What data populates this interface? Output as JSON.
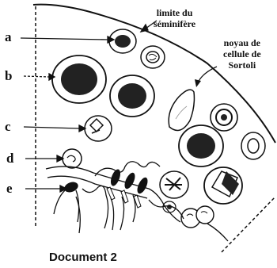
{
  "labels": {
    "a": "a",
    "b": "b",
    "c": "c",
    "d": "d",
    "e": "e"
  },
  "annotations": {
    "limit_line1": "limite du",
    "limit_line2": "séminifère",
    "sertoli_line1": "noyau de",
    "sertoli_line2": "cellule de",
    "sertoli_line3": "Sortoli"
  },
  "caption": "Document 2"
}
